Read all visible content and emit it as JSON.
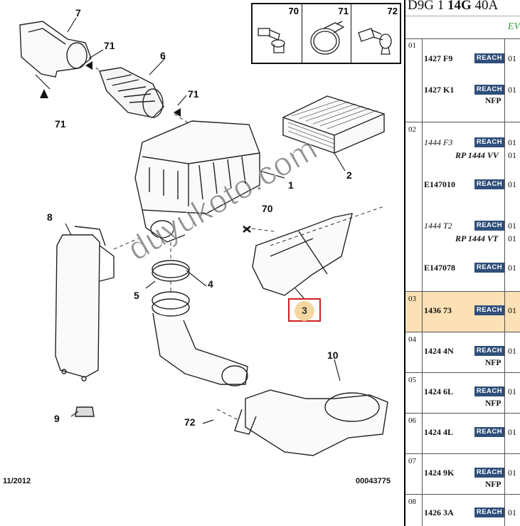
{
  "diagram": {
    "callouts": [
      "7",
      "71",
      "6",
      "71",
      "71",
      "1",
      "2",
      "70",
      "8",
      "5",
      "4",
      "3",
      "10",
      "9",
      "72"
    ],
    "selected_callout": "3",
    "inset_labels": [
      "70",
      "71",
      "72"
    ],
    "watermark": "duyukoto.com",
    "footer_date": "11/2012",
    "footer_code": "00043775"
  },
  "panel": {
    "title_prefix": "D9G 1 ",
    "title_bold": "14G",
    "title_suffix": " 40A",
    "sub_label": "EV",
    "groups": [
      {
        "num": "01",
        "entries": [
          {
            "ref": "1427 F9",
            "reach": "REACH",
            "qty": "01"
          },
          {
            "ref": "1427 K1",
            "reach": "REACH",
            "qty": "01",
            "nfp": "NFP"
          }
        ]
      },
      {
        "num": "02",
        "entries": [
          {
            "ref": "1444 F3",
            "italic": true,
            "reach": "REACH",
            "qty": "01"
          },
          {
            "sub": "RP 1444 VV",
            "qty": "01"
          },
          {
            "ref": "E147010",
            "reach": "REACH",
            "qty": "01"
          },
          {
            "ref": "1444 T2",
            "italic": true,
            "reach": "REACH",
            "qty": "01"
          },
          {
            "sub": "RP 1444 VT",
            "qty": "01"
          },
          {
            "ref": "E147078",
            "reach": "REACH",
            "qty": "01"
          }
        ]
      },
      {
        "num": "03",
        "entries": [
          {
            "ref": "1436 73",
            "reach": "REACH",
            "qty": "01"
          }
        ]
      },
      {
        "num": "04",
        "entries": [
          {
            "ref": "1424 4N",
            "reach": "REACH",
            "qty": "01",
            "nfp": "NFP"
          }
        ]
      },
      {
        "num": "05",
        "entries": [
          {
            "ref": "1424 6L",
            "reach": "REACH",
            "qty": "01",
            "nfp": "NFP"
          }
        ]
      },
      {
        "num": "06",
        "entries": [
          {
            "ref": "1424 4L",
            "reach": "REACH",
            "qty": "01"
          }
        ]
      },
      {
        "num": "07",
        "entries": [
          {
            "ref": "1424 9K",
            "reach": "REACH",
            "qty": "01",
            "nfp": "NFP"
          }
        ]
      },
      {
        "num": "08",
        "entries": [
          {
            "ref": "1426 3A",
            "reach": "REACH",
            "qty": "01"
          }
        ]
      }
    ]
  }
}
